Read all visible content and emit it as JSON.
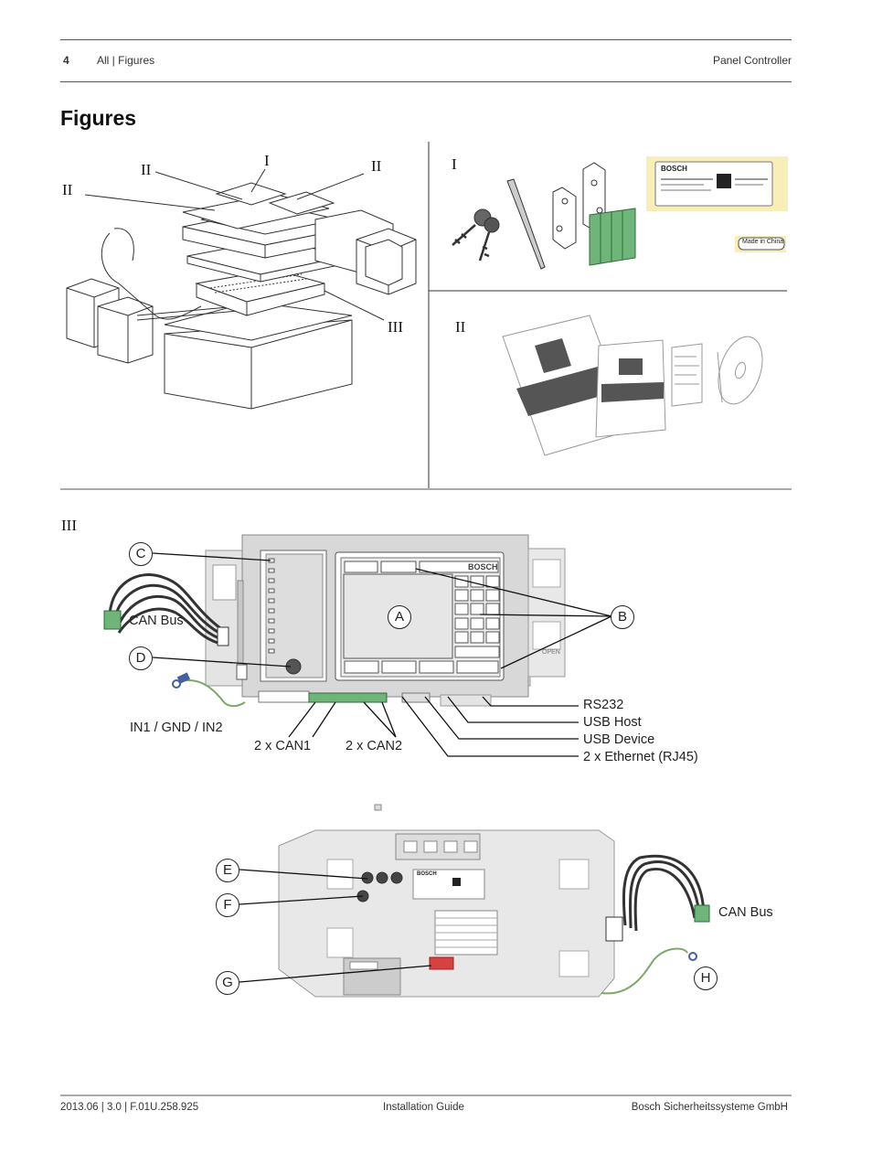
{
  "header": {
    "page_number": "4",
    "section": "All | Figures",
    "product": "Panel Controller"
  },
  "title": "Figures",
  "figure_top_left": {
    "labels": [
      "II",
      "I",
      "II",
      "III"
    ]
  },
  "figure_top_right": {
    "labels": [
      "I",
      "II"
    ],
    "product_label_brand": "BOSCH",
    "made_in": "Made in China"
  },
  "figure_iii": {
    "roman": "III",
    "callouts": [
      "C",
      "D",
      "A",
      "B"
    ],
    "connectors": {
      "can_bus": "CAN Bus",
      "inputs": "IN1 / GND / IN2",
      "can1": "2 x CAN1",
      "can2": "2 x CAN2",
      "rs232": "RS232",
      "usb_host": "USB Host",
      "usb_device": "USB Device",
      "ethernet": "2 x Ethernet (RJ45)"
    },
    "screen_brand": "BOSCH",
    "open_text": "OPEN"
  },
  "figure_back": {
    "callouts": [
      "E",
      "F",
      "G",
      "H"
    ],
    "can_bus": "CAN Bus",
    "label_brand": "BOSCH"
  },
  "footer": {
    "doc_id": "2013.06 | 3.0 | F.01U.258.925",
    "doc_type": "Installation Guide",
    "company": "Bosch Sicherheitssysteme GmbH"
  }
}
